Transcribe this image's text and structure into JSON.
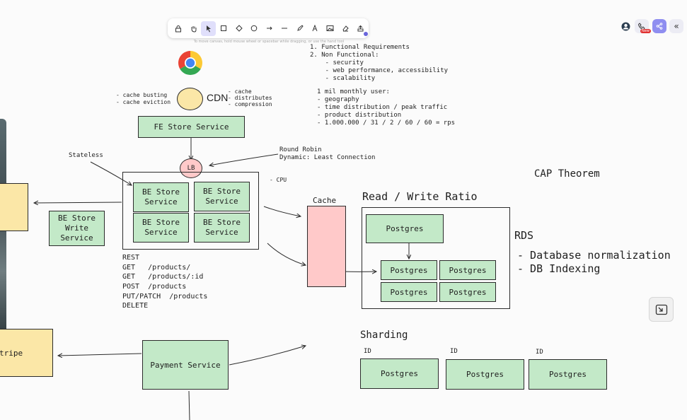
{
  "toolbar": {
    "tools": [
      "lock-icon",
      "hand-icon",
      "pointer-icon",
      "rectangle-icon",
      "diamond-icon",
      "ellipse-icon",
      "arrow-icon",
      "line-icon",
      "pencil-icon",
      "text-icon",
      "image-icon",
      "eraser-icon",
      "library-icon"
    ],
    "hint": "To move canvas, hold mouse wheel or spacebar while dragging, or use the hand tool"
  },
  "top_right": {
    "new_badge": "New",
    "collapse_glyph": "«"
  },
  "diagram": {
    "cdn_label": "CDN",
    "cdn_left_notes": [
      "- cache busting",
      "- cache eviction"
    ],
    "cdn_right_notes": [
      "- cache",
      "- distributes",
      "- compression"
    ],
    "fe_store": "FE Store Service",
    "lb": "LB",
    "lb_notes": [
      "Round Robin",
      "Dynamic: Least Connection"
    ],
    "stateless": "Stateless",
    "cpu_note": "- CPU",
    "be_store": [
      "BE Store Service",
      "BE Store Service",
      "BE Store Service",
      "BE Store Service"
    ],
    "be_store_write": "BE Store Write Service",
    "rest_lines": [
      "REST",
      "GET   /products/",
      "GET   /products/:id",
      "POST  /products",
      "PUT/PATCH  /products",
      "DELETE"
    ],
    "cache_label": "Cache",
    "read_write_title": "Read / Write Ratio",
    "postgres_main": "Postgres",
    "postgres_replicas": [
      "Postgres",
      "Postgres",
      "Postgres",
      "Postgres"
    ],
    "rds": "RDS",
    "rds_notes": [
      "- Database normalization",
      "- DB Indexing"
    ],
    "cap_theorem": "CAP Theorem",
    "requirements": [
      "1. Functional Requirements",
      "2. Non Functional:",
      "    - security",
      "    - web performance, accessibility",
      "    - scalability"
    ],
    "traffic": [
      "1 mil monthly user:",
      "- geography",
      "- time distribution / peak traffic",
      "- product distribution",
      "- 1.000.000 / 31 / 2 / 60 / 60 = rps"
    ],
    "sharding_title": "Sharding",
    "shard_id_labels": [
      "ID",
      "ID",
      "ID"
    ],
    "shards": [
      "Postgres",
      "Postgres",
      "Postgres"
    ],
    "payment_service": "Payment Service",
    "stripe_partial": "tripe"
  },
  "colors": {
    "green_fill": "#c3e9c8",
    "yellow_fill": "#fbe7a7",
    "pink_fill": "#ffc9c9",
    "accent": "#6965db"
  }
}
